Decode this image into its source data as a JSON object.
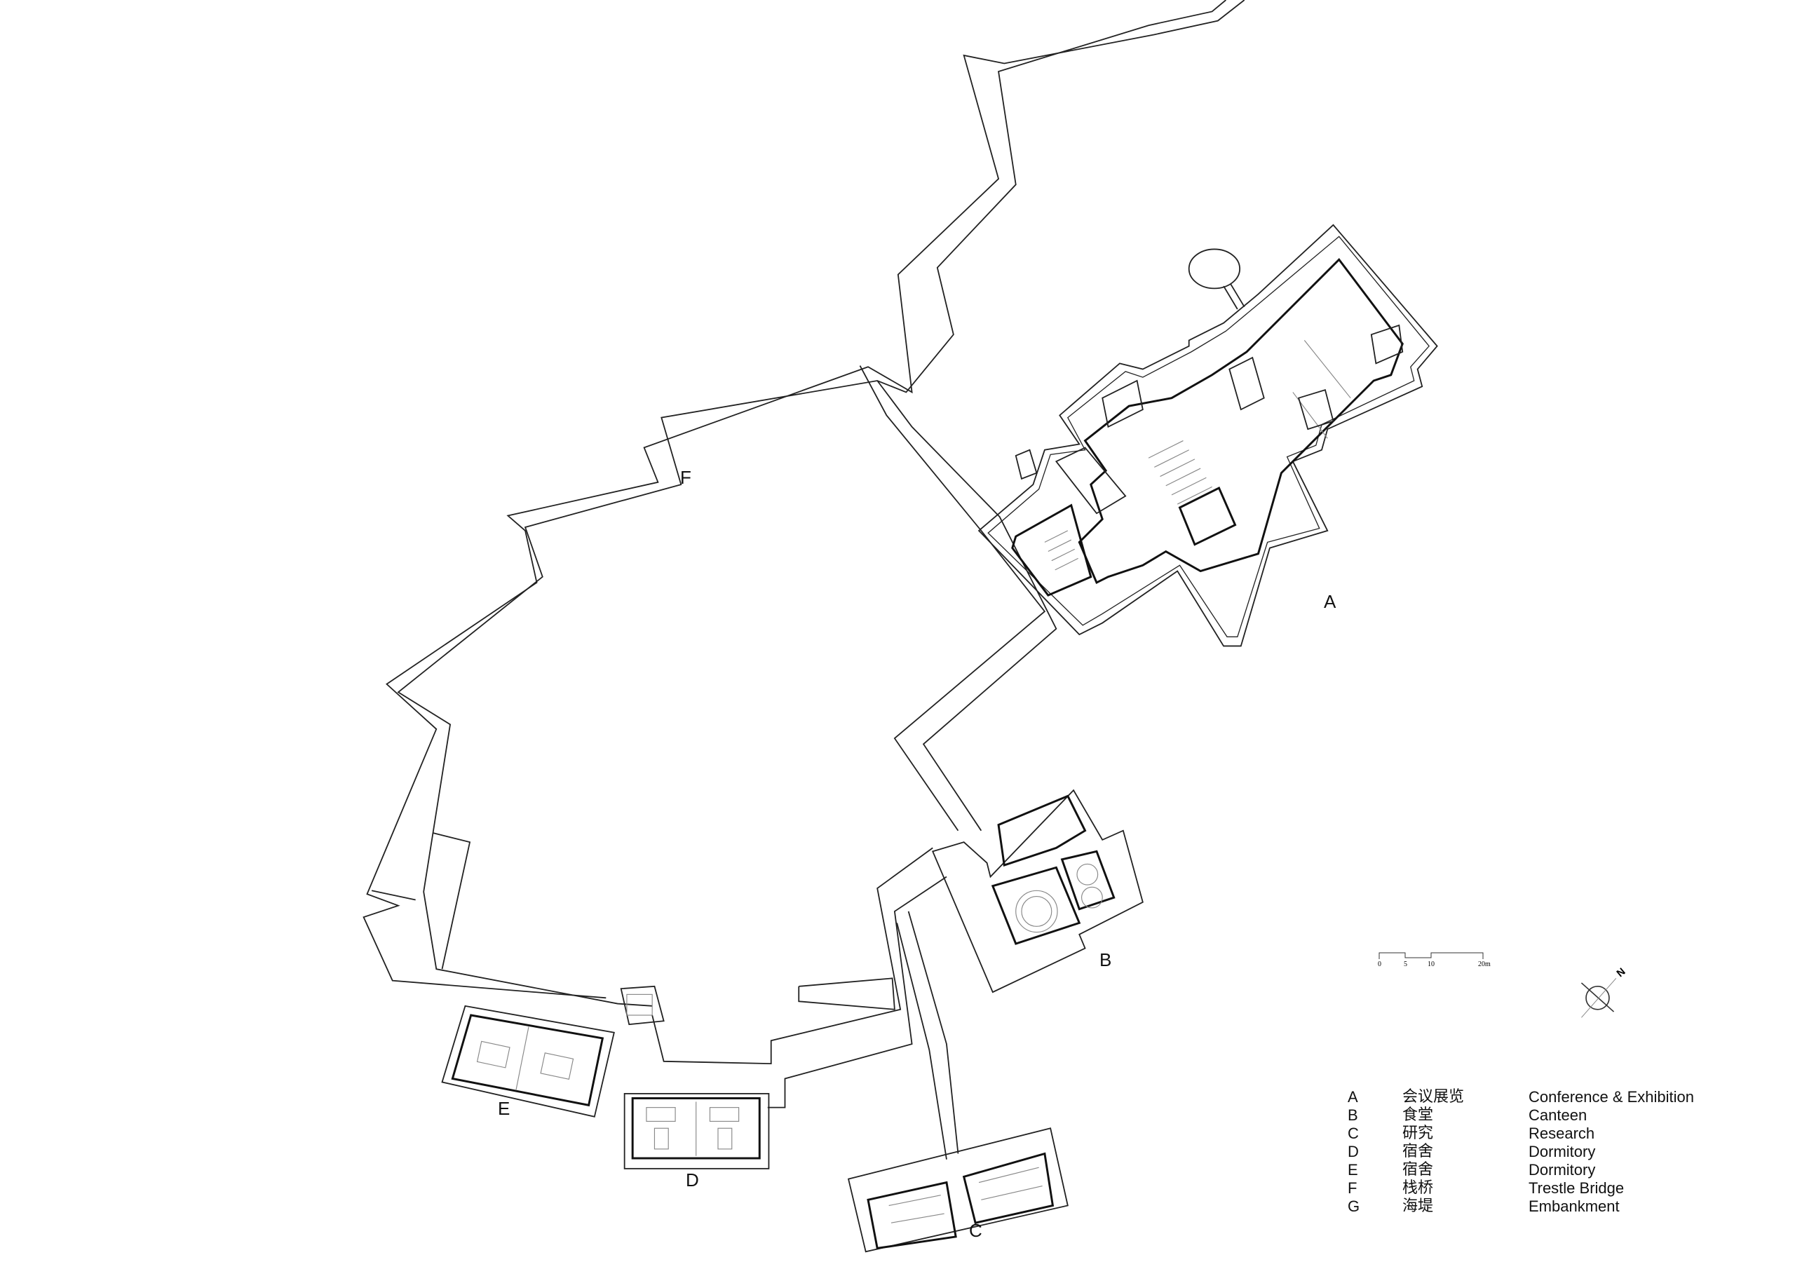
{
  "labels": {
    "A": "A",
    "B": "B",
    "C": "C",
    "D": "D",
    "E": "E",
    "F": "F"
  },
  "legend": [
    {
      "key": "A",
      "zh": "会议展览",
      "en": "Conference & Exhibition"
    },
    {
      "key": "B",
      "zh": "食堂",
      "en": "Canteen"
    },
    {
      "key": "C",
      "zh": "研究",
      "en": "Research"
    },
    {
      "key": "D",
      "zh": "宿舍",
      "en": "Dormitory"
    },
    {
      "key": "E",
      "zh": "宿舍",
      "en": "Dormitory"
    },
    {
      "key": "F",
      "zh": "栈桥",
      "en": "Trestle Bridge"
    },
    {
      "key": "G",
      "zh": "海堤",
      "en": "Embankment"
    }
  ],
  "scale_bar": {
    "ticks": [
      "0",
      "5",
      "10",
      "20m"
    ]
  },
  "north_arrow": {
    "label": "N"
  }
}
